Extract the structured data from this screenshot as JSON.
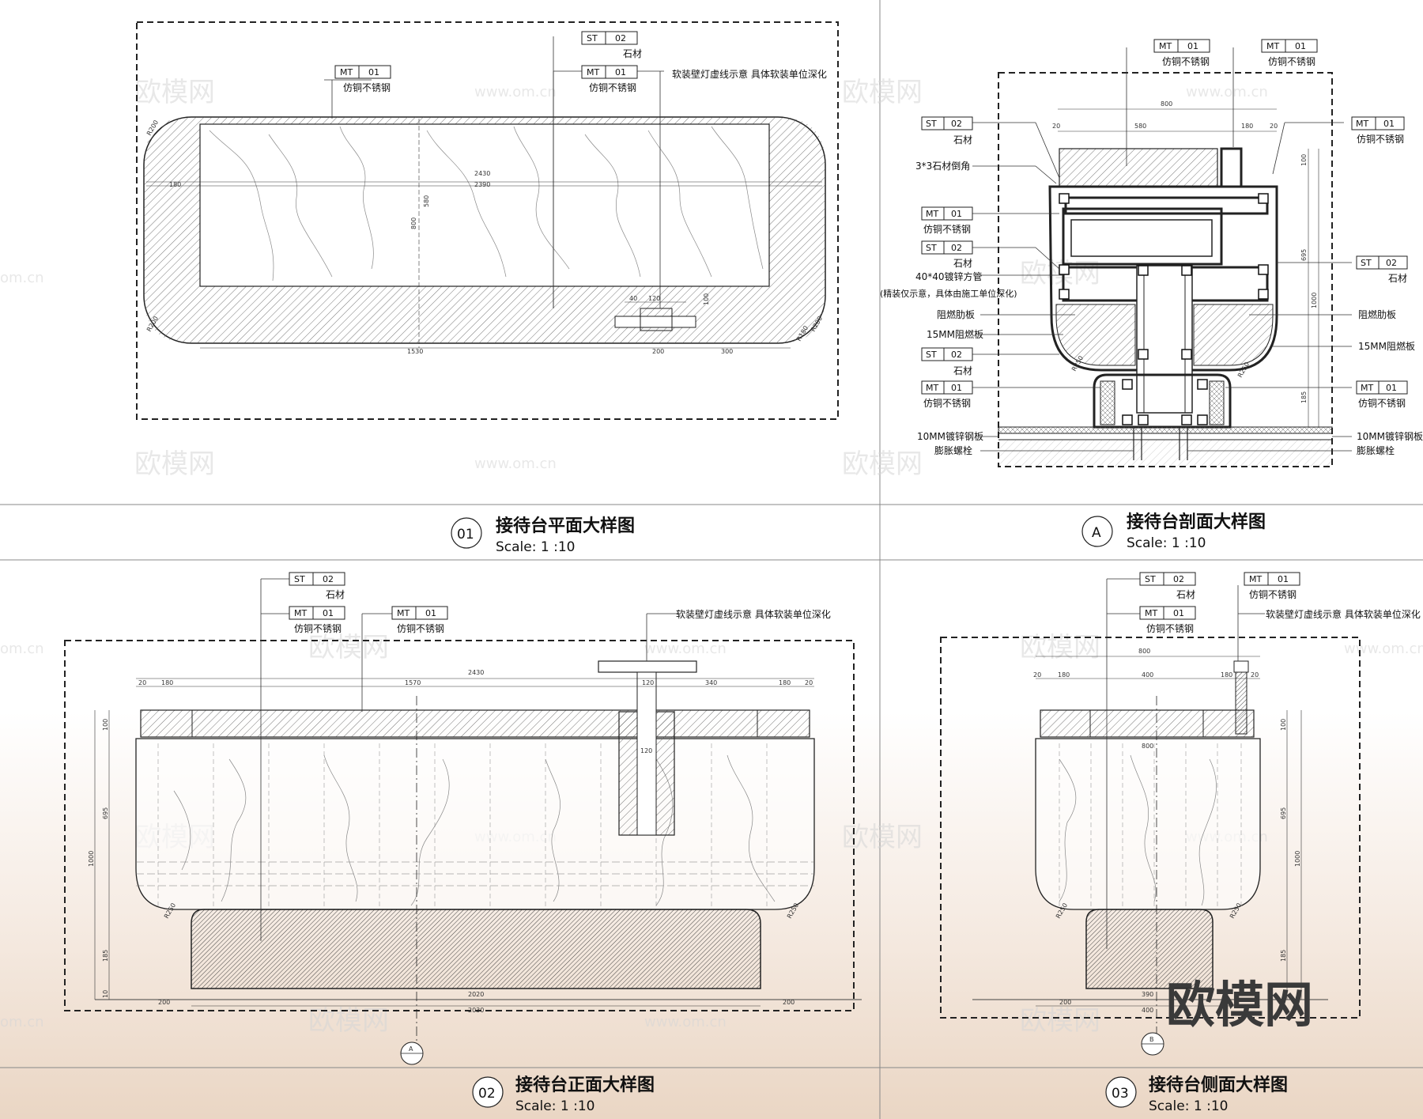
{
  "panels": {
    "p1": {
      "number": "01",
      "title": "接待台平面大样图",
      "scale": "Scale: 1 :10"
    },
    "pa": {
      "number": "A",
      "title": "接待台剖面大样图",
      "scale": "Scale: 1 :10"
    },
    "p2": {
      "number": "02",
      "title": "接待台正面大样图",
      "scale": "Scale: 1 :10"
    },
    "p3": {
      "number": "03",
      "title": "接待台侧面大样图",
      "scale": "Scale: 1 :10"
    }
  },
  "tags": {
    "st": "ST",
    "st_no": "02",
    "mt": "MT",
    "mt_no": "01"
  },
  "materials": {
    "stone": "石材",
    "stainless": "仿铜不锈钢",
    "lamp_note": "软装壁灯虚线示意 具体软装单位深化",
    "chamfer": "3*3石材倒角",
    "tube": "40*40镀锌方管",
    "tube_note": "(精装仅示意，具体由施工单位深化)",
    "rib_board": "阻燃肋板",
    "board_15": "15MM阻燃板",
    "steel_plate": "10MM镀锌钢板",
    "bolt": "膨胀螺栓"
  },
  "dimensions": {
    "plan": {
      "total": "2430",
      "inner": "2390",
      "left": "180",
      "depth": "800",
      "inner_depth": "580",
      "bottom": "1530",
      "right_a": "200",
      "right_b": "300",
      "lamp_w": "120",
      "lamp_a": "40",
      "lamp_h": "100",
      "r": "R200",
      "r2": "R180"
    },
    "section": {
      "total": "800",
      "top": "580",
      "right": "180",
      "edge": "20",
      "h1": "100",
      "h2": "695",
      "h3": "1000",
      "h4": "185",
      "r": "R250"
    },
    "front": {
      "total": "2430",
      "mid": "1570",
      "lamp": "120",
      "right": "340",
      "left": "180",
      "edge": "20",
      "base": "2030",
      "base_inner": "2020",
      "side": "200",
      "h1": "100",
      "h2": "695",
      "h3": "1000",
      "h4": "185",
      "h5": "10",
      "r": "R250"
    },
    "side": {
      "total": "800",
      "left": "180",
      "mid": "400",
      "lamp": "180",
      "edge": "20",
      "inner": "800",
      "base_a": "390",
      "base_b": "400",
      "left_b": "200",
      "h1": "100",
      "h2": "695",
      "h3": "1000",
      "h4": "185",
      "r": "R250"
    }
  },
  "section_markers": {
    "a": "A",
    "b": "B"
  },
  "watermark": {
    "brand": "欧模网",
    "url": "www.om.cn",
    "url_short": "om.cn"
  }
}
